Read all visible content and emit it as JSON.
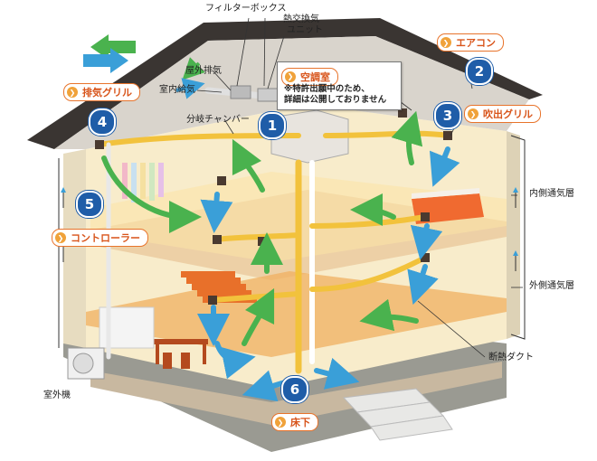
{
  "labels": {
    "filter_box": "フィルターボックス",
    "heat_exchange_line1": "熱交換気",
    "heat_exchange_line2": "ユニット",
    "outdoor_exhaust": "屋外排気",
    "indoor_supply": "室内給気",
    "branch_chamber": "分岐チャンバー",
    "inner_vent_layer": "内側通気層",
    "outer_vent_layer": "外側通気層",
    "insulated_duct": "断熱ダクト",
    "outdoor_unit": "室外機"
  },
  "items": [
    {
      "num": "1",
      "label": "空調室"
    },
    {
      "num": "2",
      "label": "エアコン"
    },
    {
      "num": "3",
      "label": "吹出グリル"
    },
    {
      "num": "4",
      "label": "排気グリル"
    },
    {
      "num": "5",
      "label": "コントローラー"
    },
    {
      "num": "6",
      "label": "床下"
    }
  ],
  "callout_note_line1": "※特許出願中のため、",
  "callout_note_line2": "詳細は公開しておりません",
  "colors": {
    "badge_border": "#e8742c",
    "badge_text": "#d8541a",
    "number_circle": "#1f5da8",
    "duct": "#f2c23c",
    "airflow_green": "#4ab24e",
    "airflow_blue": "#3a9fd8",
    "roof": "#3a3532"
  }
}
